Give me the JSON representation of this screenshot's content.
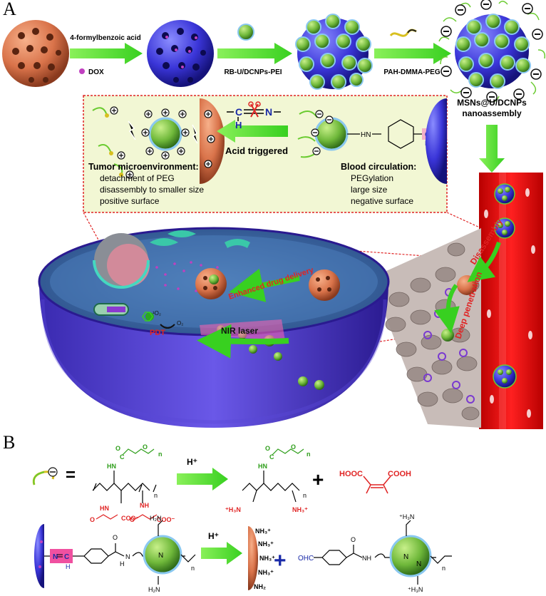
{
  "panel_a": {
    "letter": "A",
    "step_labels": {
      "formylbenzoic": "4-formylbenzoic acid",
      "dox": "DOX",
      "rbu": "RB-U/DCNPs-PEI",
      "pah": "PAH-DMMA-PEG"
    },
    "product_label": {
      "line1": "MSNs@U/DCNPs",
      "line2": "nanoassembly"
    },
    "acid_triggered": "Acid triggered",
    "tumor": {
      "title": "Tumor microenvironment:",
      "lines": [
        "detachment of PEG",
        "disassembly to smaller size",
        "positive surface"
      ]
    },
    "blood": {
      "title": "Blood circulation:",
      "lines": [
        "PEGylation",
        "large size",
        "negative surface"
      ]
    },
    "imine": {
      "left": "C",
      "right": "N",
      "h": "H"
    },
    "amide_hn": "HN",
    "cell_labels": {
      "enhanced": "Enhanced drug delivery",
      "nir": "NIR laser",
      "pdt": "PDT",
      "o2": "O₂",
      "singlet_o2": "¹O₂"
    },
    "vessel_labels": {
      "disassembly": "Disassembly",
      "deep": "Deep penetration"
    }
  },
  "panel_b": {
    "letter": "B",
    "equals": "=",
    "plus": "+",
    "h_plus": "H⁺",
    "hooc": "HOOC",
    "cooh": "COOH",
    "o_label": "O",
    "n_label": "n",
    "nh3": "NH₃⁺",
    "h3n": "⁺H₃N",
    "nh2": "NH₂",
    "h2n": "H₂N",
    "hn": "HN",
    "nh": "NH",
    "coo": "COO⁻",
    "ohc": "OHC",
    "n_atom": "N",
    "h_atom": "H",
    "c_atom": "C"
  }
}
